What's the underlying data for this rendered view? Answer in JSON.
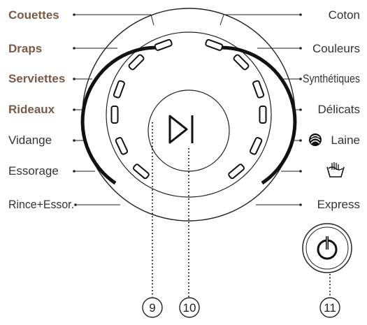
{
  "colors": {
    "brand_text": "#7a5a44",
    "text": "#333333",
    "line": "#222222"
  },
  "programs_left": [
    {
      "label": "Couettes",
      "bold": true
    },
    {
      "label": "Draps",
      "bold": true
    },
    {
      "label": "Serviettes",
      "bold": true
    },
    {
      "label": "Rideaux",
      "bold": true
    },
    {
      "label": "Vidange",
      "bold": false
    },
    {
      "label": "Essorage",
      "bold": false
    },
    {
      "label": "Rince+Essor.",
      "bold": false
    }
  ],
  "programs_right": [
    {
      "label": "Coton",
      "icon": ""
    },
    {
      "label": "Couleurs",
      "icon": ""
    },
    {
      "label": "Synthétiques",
      "icon": ""
    },
    {
      "label": "Délicats",
      "icon": ""
    },
    {
      "label": "Laine",
      "icon": "wool-icon"
    },
    {
      "label": "",
      "icon": "handwash-icon"
    },
    {
      "label": "Express",
      "icon": ""
    }
  ],
  "callouts": {
    "start_pause": "9",
    "dial": "10",
    "power": "11"
  },
  "controls": {
    "start_pause_icon": "play-pause-icon",
    "power_icon": "power-icon"
  }
}
